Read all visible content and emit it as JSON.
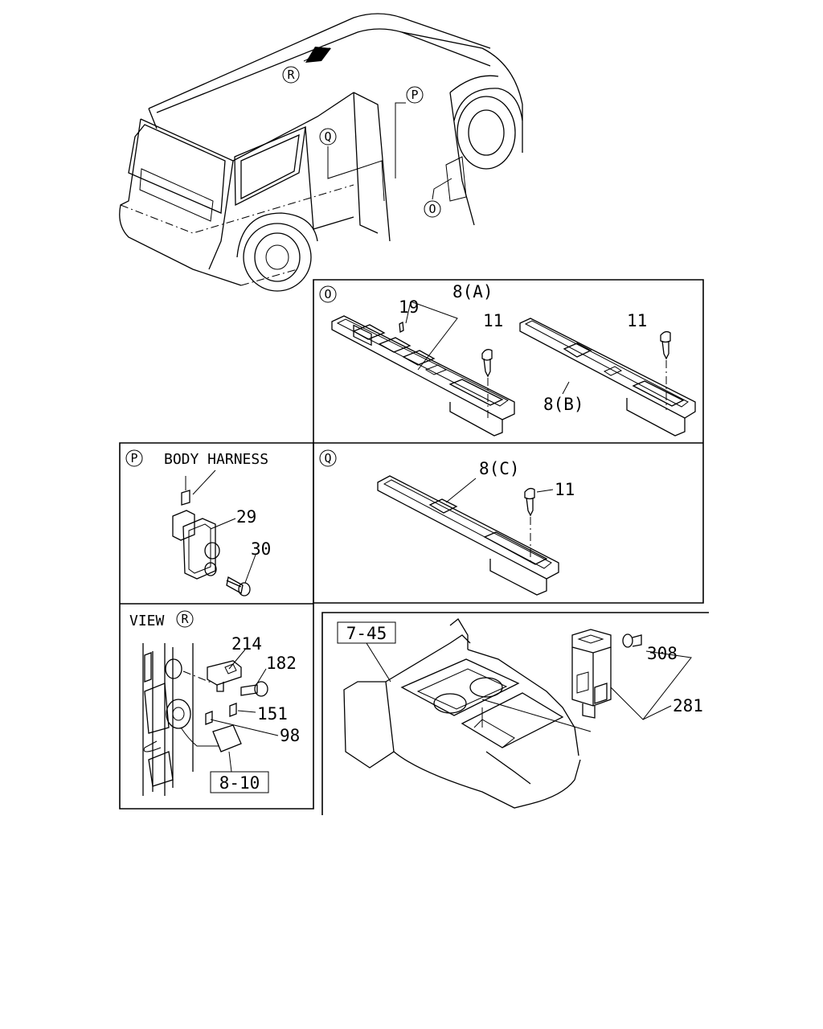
{
  "views": {
    "O": "O",
    "P": "P",
    "Q": "Q",
    "R": "R"
  },
  "labels": {
    "body_harness": "BODY HARNESS",
    "view": "VIEW"
  },
  "parts": {
    "p8a": "8(A)",
    "p8b": "8(B)",
    "p8c": "8(C)",
    "p19": "19",
    "p11": "11",
    "p29": "29",
    "p30": "30",
    "p214": "214",
    "p182": "182",
    "p151": "151",
    "p98": "98",
    "p308": "308",
    "p281": "281"
  },
  "refs": {
    "r745": "7-45",
    "r810": "8-10"
  }
}
